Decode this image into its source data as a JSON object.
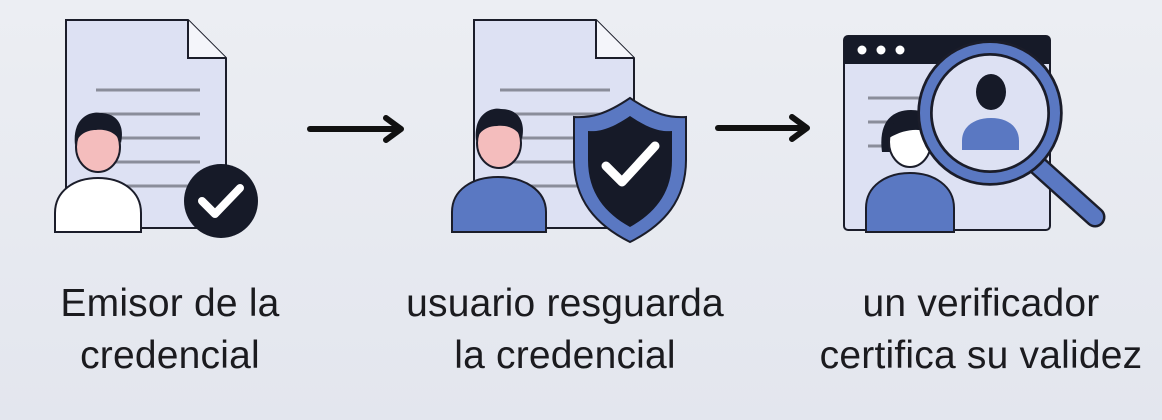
{
  "colors": {
    "document_fill": "#dde1f3",
    "document_stroke": "#1b1d2a",
    "document_lines": "#8a8d9a",
    "dark": "#161a28",
    "accent_blue": "#5a78c2",
    "skin": "#f4bdbd",
    "white": "#ffffff",
    "text": "#1b1b1f"
  },
  "icons": {
    "step1": [
      "document-icon",
      "person-icon",
      "checkmark-badge-icon"
    ],
    "step2": [
      "document-icon",
      "person-icon",
      "shield-check-icon"
    ],
    "step3": [
      "browser-window-icon",
      "person-icon",
      "magnifier-icon"
    ],
    "connectors": [
      "arrow-right-icon",
      "arrow-right-icon"
    ]
  },
  "steps": [
    {
      "line1": "Emisor de la",
      "line2": "credencial"
    },
    {
      "line1": "usuario resguarda",
      "line2": "la credencial"
    },
    {
      "line1": "un verificador",
      "line2": "certifica su validez"
    }
  ]
}
